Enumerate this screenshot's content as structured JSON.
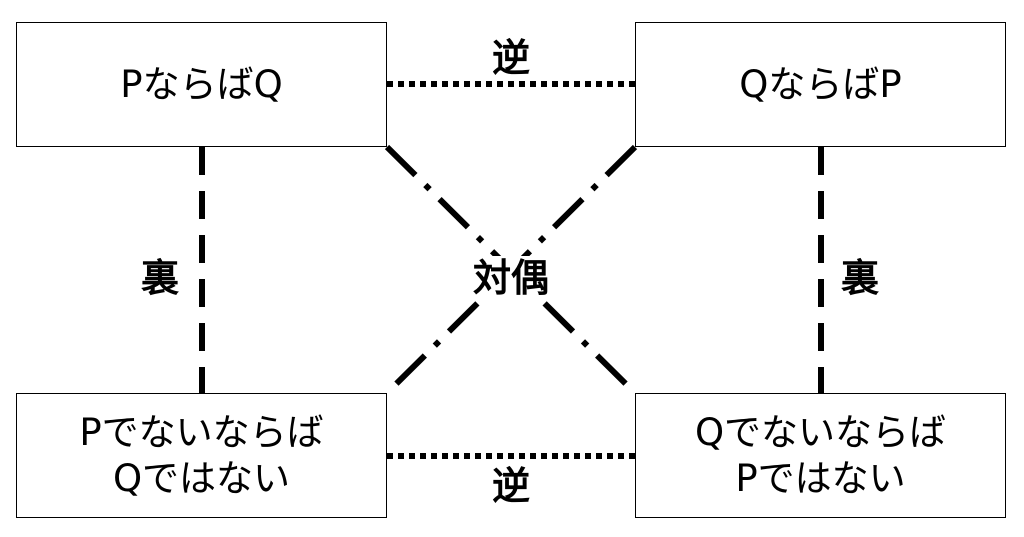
{
  "boxes": {
    "top_left": {
      "lines": [
        "PならばQ"
      ]
    },
    "top_right": {
      "lines": [
        "QならばP"
      ]
    },
    "bottom_left": {
      "lines": [
        "Pでないならば",
        "Qではない"
      ]
    },
    "bottom_right": {
      "lines": [
        "Qでないならば",
        "Pではない"
      ]
    }
  },
  "relations": {
    "converse_top": "逆",
    "converse_bottom": "逆",
    "inverse_left": "裏",
    "inverse_right": "裏",
    "contrapositive": "対偶"
  },
  "line_styles": {
    "converse": "dotted",
    "inverse": "dashed",
    "contrapositive": "dash-dot"
  },
  "colors": {
    "line": "#000000",
    "background": "#ffffff"
  }
}
